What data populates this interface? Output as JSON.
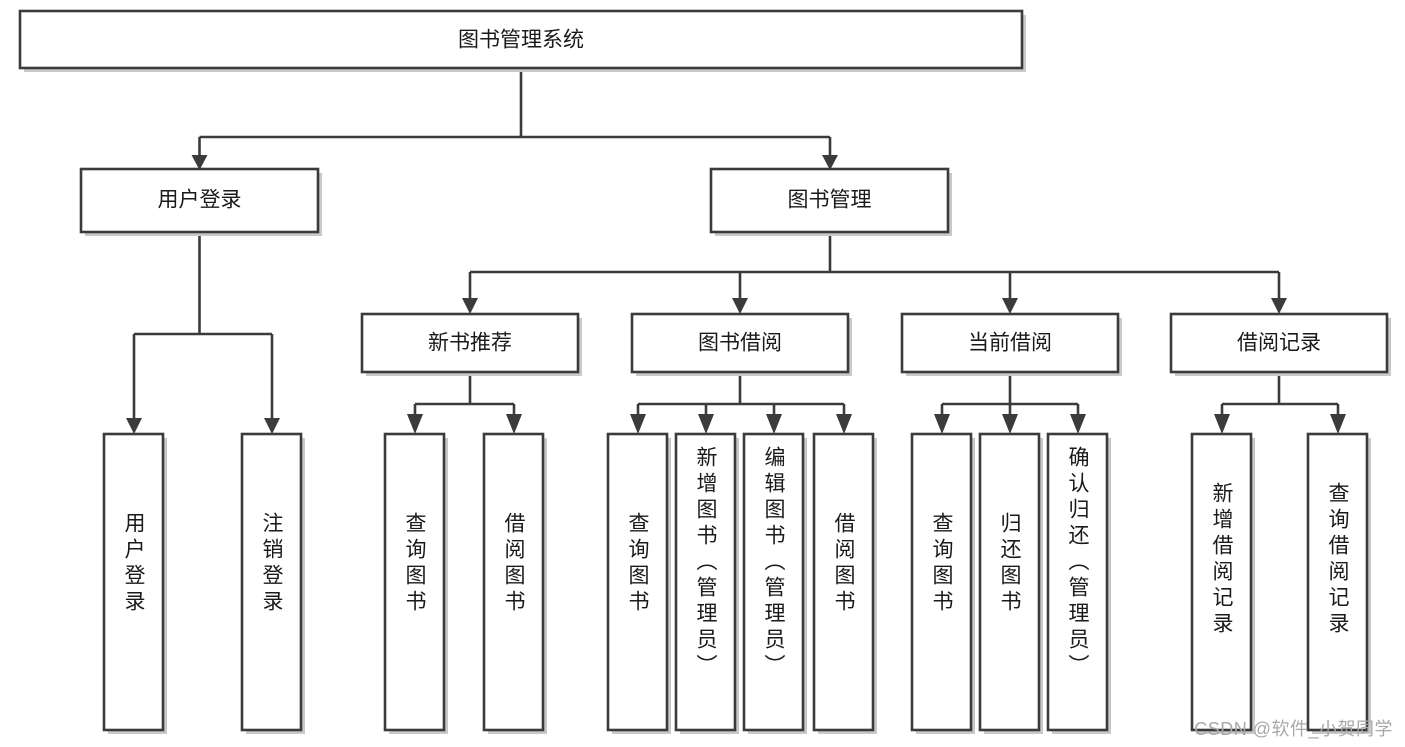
{
  "diagram": {
    "title": "图书管理系统",
    "type": "tree-hierarchy-chart",
    "root": {
      "label": "图书管理系统",
      "level": 0
    },
    "level2": [
      {
        "label": "用户登录"
      },
      {
        "label": "图书管理"
      }
    ],
    "level3": [
      {
        "label": "新书推荐"
      },
      {
        "label": "图书借阅"
      },
      {
        "label": "当前借阅"
      },
      {
        "label": "借阅记录"
      }
    ],
    "leaves": {
      "user_login": [
        {
          "label": "用户登录"
        },
        {
          "label": "注销登录"
        }
      ],
      "new_book_recommend": [
        {
          "label": "查询图书"
        },
        {
          "label": "借阅图书"
        }
      ],
      "book_borrow": [
        {
          "label": "查询图书"
        },
        {
          "label": "新增图书（管理员）"
        },
        {
          "label": "编辑图书（管理员）"
        },
        {
          "label": "借阅图书"
        }
      ],
      "current_borrow": [
        {
          "label": "查询图书"
        },
        {
          "label": "归还图书"
        },
        {
          "label": "确认归还（管理员）"
        }
      ],
      "borrow_record": [
        {
          "label": "新增借阅记录"
        },
        {
          "label": "查询借阅记录"
        }
      ]
    }
  },
  "watermark": {
    "text": "CSDN @软件_小贺同学"
  },
  "colors": {
    "box_stroke": "#3b3b3b",
    "box_fill": "#ffffff",
    "text": "#1a1a1a",
    "watermark": "#a8a8a8",
    "shadow": "#c9c9c9"
  }
}
